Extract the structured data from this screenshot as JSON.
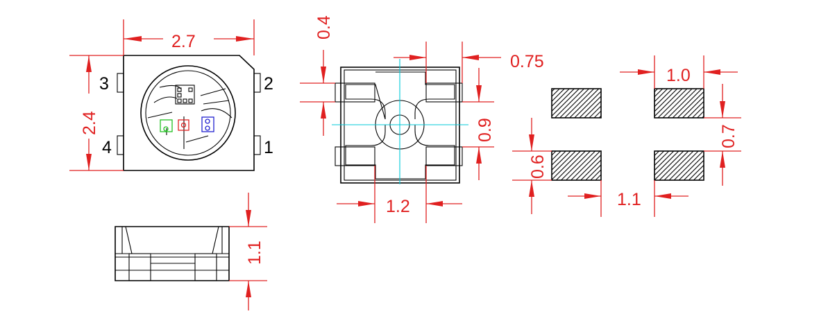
{
  "drawing": {
    "top_view": {
      "width_dim": "2.7",
      "height_dim": "2.4",
      "pin_labels": [
        "3",
        "2",
        "4",
        "1"
      ]
    },
    "side_view": {
      "height_dim": "1.1"
    },
    "bottom_view": {
      "pad_height_dim": "0.4",
      "pad_offset_dim": "0.75",
      "pad_gap_dim": "0.9",
      "pad_pitch_dim": "1.2"
    },
    "footprint": {
      "pad_width_dim": "1.0",
      "pad_height_dim": "0.6",
      "pad_spacing_x_dim": "1.1",
      "pad_spacing_y_dim": "0.7"
    },
    "colors": {
      "dimension": "#e02020",
      "outline": "#000000",
      "centerline": "#00c8d8",
      "green_die": "#20c020",
      "red_die": "#e02020",
      "blue_die": "#2020d0"
    }
  }
}
